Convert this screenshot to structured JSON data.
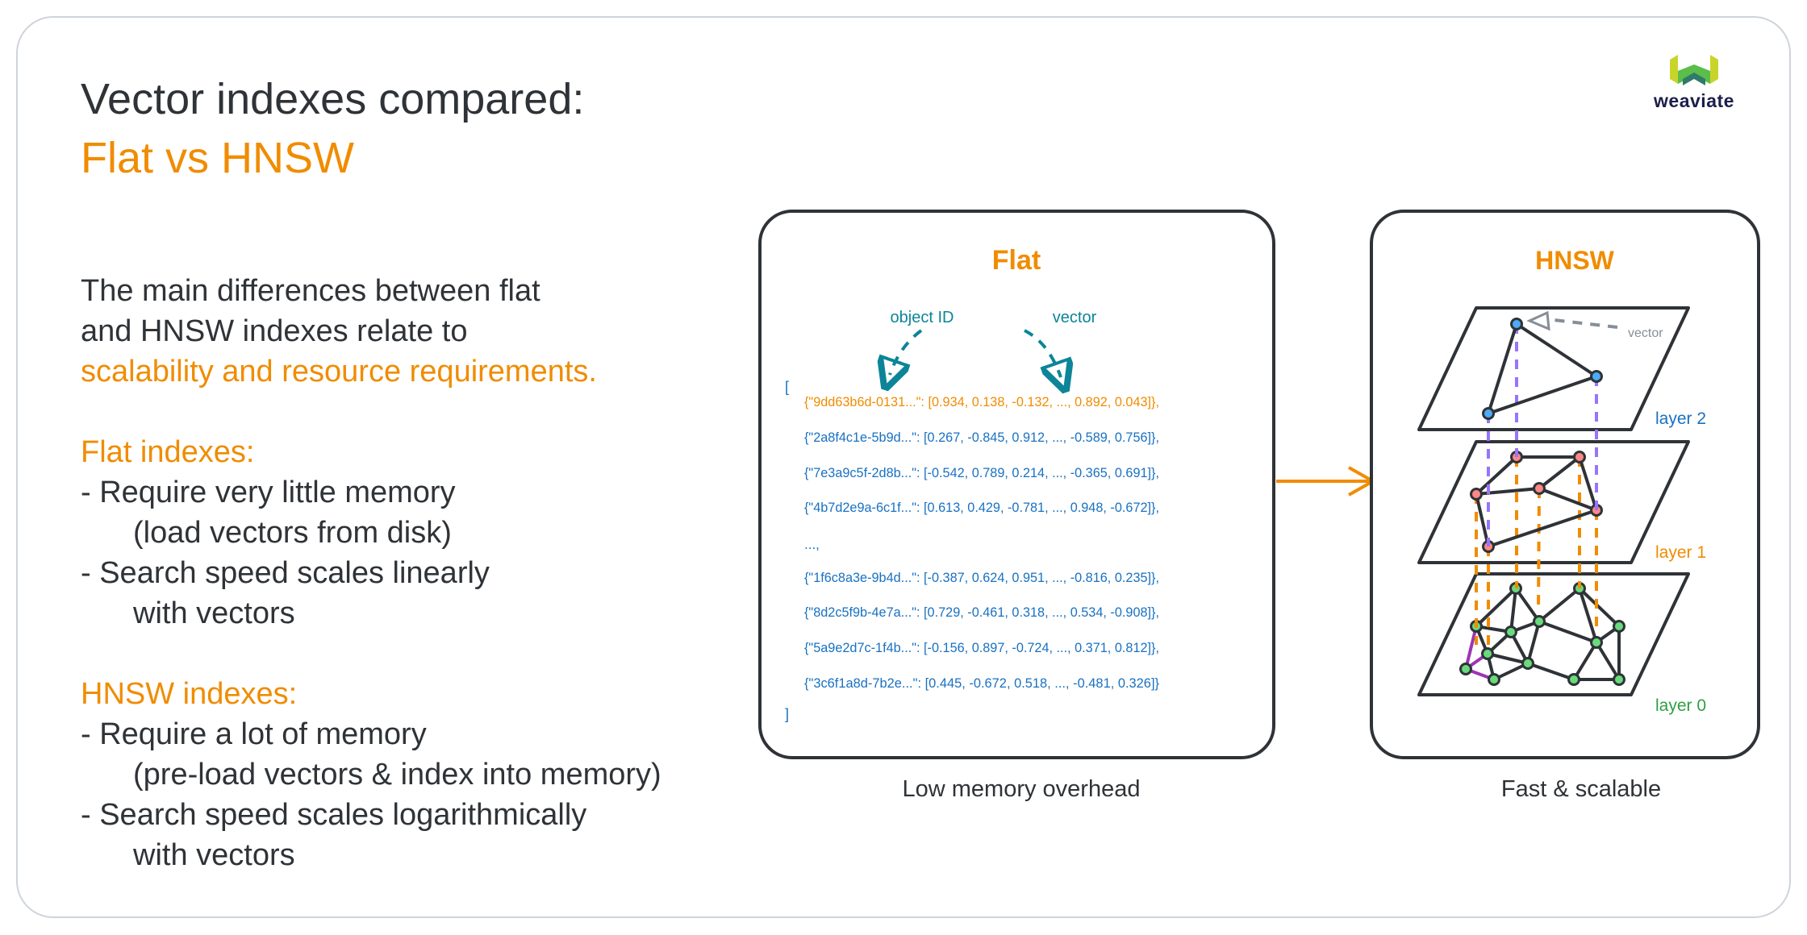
{
  "header": {
    "title_line1": "Vector indexes compared:",
    "title_line2": "Flat vs HNSW",
    "logo_text": "weaviate"
  },
  "intro": {
    "line1": "The main differences between flat",
    "line2": "and HNSW indexes relate to",
    "highlight": "scalability and resource requirements."
  },
  "flat_section": {
    "heading": "Flat indexes:",
    "bullets": [
      "- Require very little memory",
      "(load vectors from disk)",
      "- Search speed scales linearly",
      "with vectors"
    ]
  },
  "hnsw_section": {
    "heading": "HNSW indexes:",
    "bullets": [
      "- Require a lot of memory",
      "(pre-load vectors & index into memory)",
      "- Search speed scales logarithmically",
      "with vectors"
    ]
  },
  "flat_panel": {
    "title": "Flat",
    "label_object_id": "object ID",
    "label_vector": "vector",
    "open_bracket": "[",
    "close_bracket": "]",
    "lines": [
      "{\"9dd63b6d-0131...\": [0.934, 0.138, -0.132, ..., 0.892, 0.043]},",
      "{\"2a8f4c1e-5b9d...\": [0.267, -0.845, 0.912, ..., -0.589, 0.756]},",
      "{\"7e3a9c5f-2d8b...\": [-0.542, 0.789, 0.214, ..., -0.365, 0.691]},",
      "{\"4b7d2e9a-6c1f...\": [0.613, 0.429, -0.781, ..., 0.948, -0.672]},",
      "...,",
      "{\"1f6c8a3e-9b4d...\": [-0.387, 0.624, 0.951, ..., -0.816, 0.235]},",
      "{\"8d2c5f9b-4e7a...\": [0.729, -0.461, 0.318, ..., 0.534, -0.908]},",
      "{\"5a9e2d7c-1f4b...\": [-0.156, 0.897, -0.724, ..., 0.371, 0.812]},",
      "{\"3c6f1a8d-7b2e...\": [0.445, -0.672, 0.518, ..., -0.481, 0.326]}"
    ],
    "caption": "Low memory overhead"
  },
  "hnsw_panel": {
    "title": "HNSW",
    "vector_label": "vector",
    "layers": [
      "layer 2",
      "layer 1",
      "layer 0"
    ],
    "caption": "Fast & scalable"
  },
  "colors": {
    "accent": "#f08c00",
    "text": "#2f3337",
    "code": "#1971c2",
    "annotation": "#0c8599",
    "layer2": "#1971c2",
    "layer1": "#f08c00",
    "layer0": "#2f9e44",
    "node_layer2": "#4dabf7",
    "node_layer1": "#ff8787",
    "node_layer0": "#69db7c",
    "link_dashed_top": "#9775fa",
    "path_highlight": "#9c36b5"
  }
}
